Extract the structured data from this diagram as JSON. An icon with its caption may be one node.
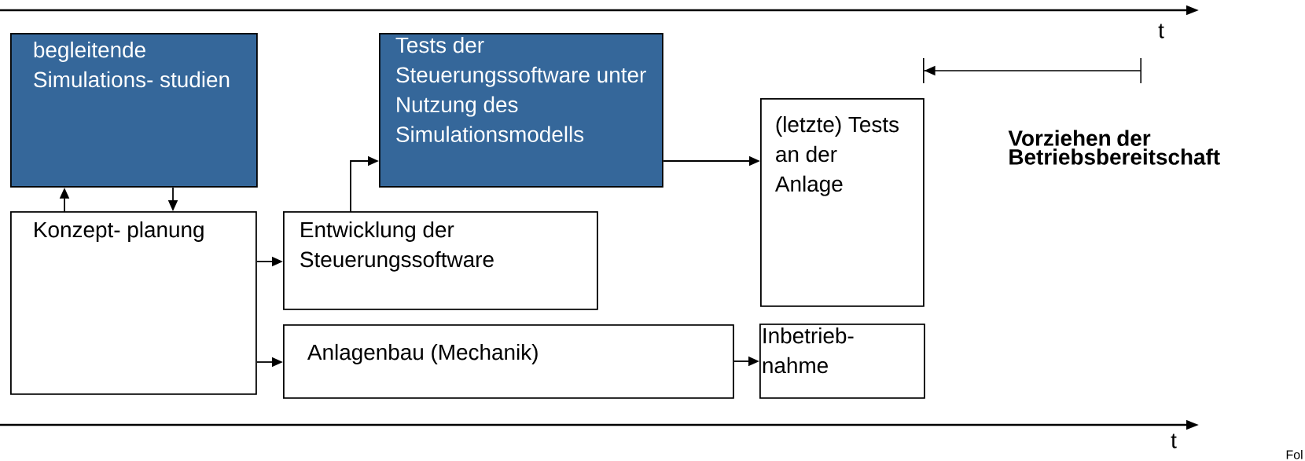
{
  "diagram": {
    "nodes": [
      {
        "text": [
          "begleitende Simulations- studien"
        ]
      },
      {
        "text": [
          "Konzept- planung"
        ]
      },
      {
        "text": [
          "Tests der Steuerungssoftware unter Nutzung des Simulationsmodells"
        ]
      },
      {
        "text": [
          "Entwicklung der Steuerungssoftware"
        ]
      },
      {
        "text": [
          "Anlagenbau (Mechanik)"
        ]
      },
      {
        "text": [
          "(letzte) Tests an der Anlage"
        ]
      },
      {
        "text": [
          "Inbetrieb- nahme"
        ]
      }
    ],
    "edges": [
      {
        "from": 1,
        "to": 0,
        "arrow": "to"
      },
      {
        "from": 0,
        "to": 1,
        "arrow": "to"
      },
      {
        "from": 1,
        "to": 3,
        "arrow": "to"
      },
      {
        "from": 1,
        "to": 4,
        "arrow": "to"
      },
      {
        "from": 3,
        "to": 2,
        "arrow": "to"
      },
      {
        "from": 2,
        "to": 5,
        "arrow": "to"
      },
      {
        "from": 4,
        "to": 6,
        "arrow": "to"
      }
    ],
    "labels": [
      "t",
      "Vorziehen der Betriebsbereitschaft",
      "t",
      "Fol"
    ]
  }
}
